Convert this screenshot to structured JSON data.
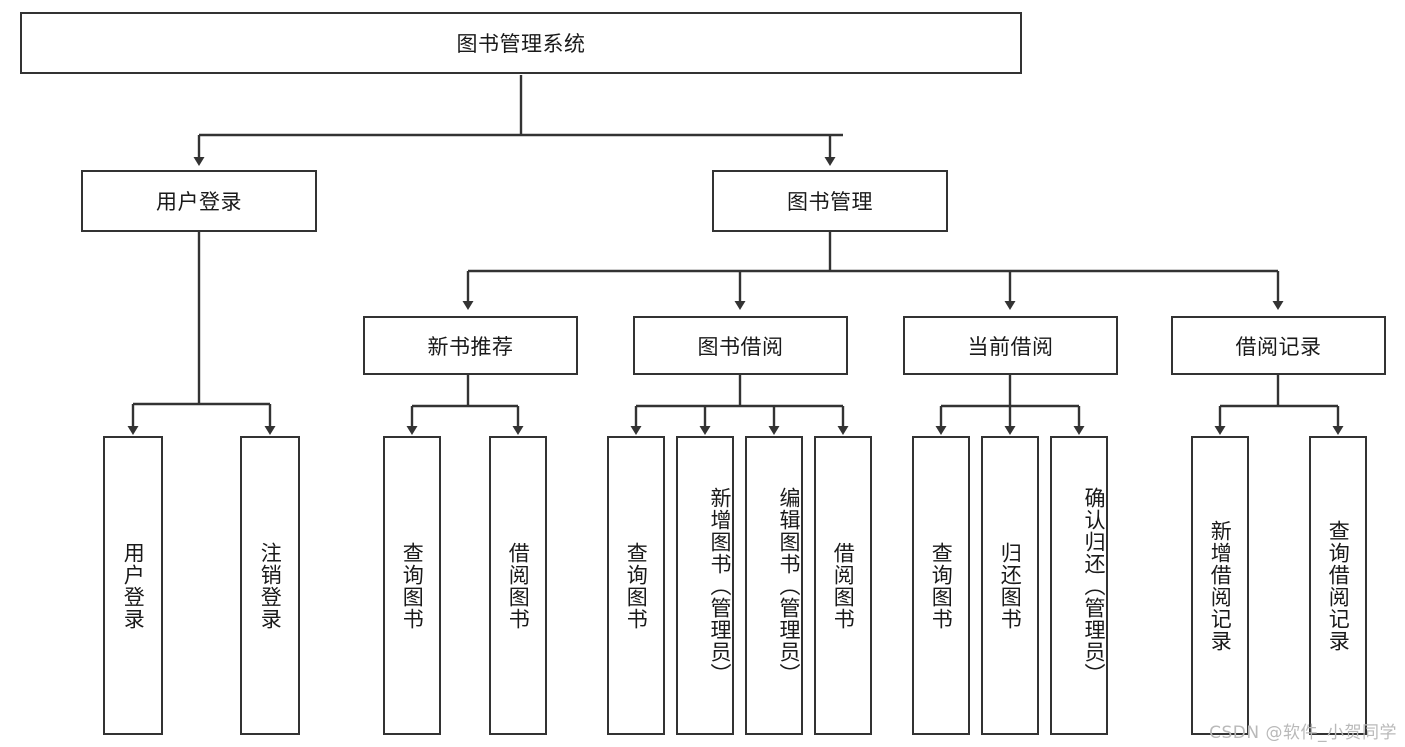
{
  "diagram": {
    "title": "图书管理系统",
    "watermark": "CSDN @软件_小贺同学",
    "colors": {
      "border": "#333333",
      "background": "#ffffff",
      "text": "#1a1a1a",
      "watermark": "#b9b9b9"
    },
    "levels": {
      "root": {
        "label": "图书管理系统"
      },
      "level1": [
        {
          "label": "用户登录"
        },
        {
          "label": "图书管理"
        }
      ],
      "level2": [
        {
          "label": "新书推荐"
        },
        {
          "label": "图书借阅"
        },
        {
          "label": "当前借阅"
        },
        {
          "label": "借阅记录"
        }
      ],
      "level3": [
        {
          "label": "用户登录",
          "parent": "用户登录"
        },
        {
          "label": "注销登录",
          "parent": "用户登录"
        },
        {
          "label": "查询图书",
          "parent": "新书推荐"
        },
        {
          "label": "借阅图书",
          "parent": "新书推荐"
        },
        {
          "label": "查询图书",
          "parent": "图书借阅"
        },
        {
          "label": "新增图书（管理员）",
          "parent": "图书借阅"
        },
        {
          "label": "编辑图书（管理员）",
          "parent": "图书借阅"
        },
        {
          "label": "借阅图书",
          "parent": "图书借阅"
        },
        {
          "label": "查询图书",
          "parent": "当前借阅"
        },
        {
          "label": "归还图书",
          "parent": "当前借阅"
        },
        {
          "label": "确认归还（管理员）",
          "parent": "当前借阅"
        },
        {
          "label": "新增借阅记录",
          "parent": "借阅记录"
        },
        {
          "label": "查询借阅记录",
          "parent": "借阅记录"
        }
      ]
    }
  }
}
